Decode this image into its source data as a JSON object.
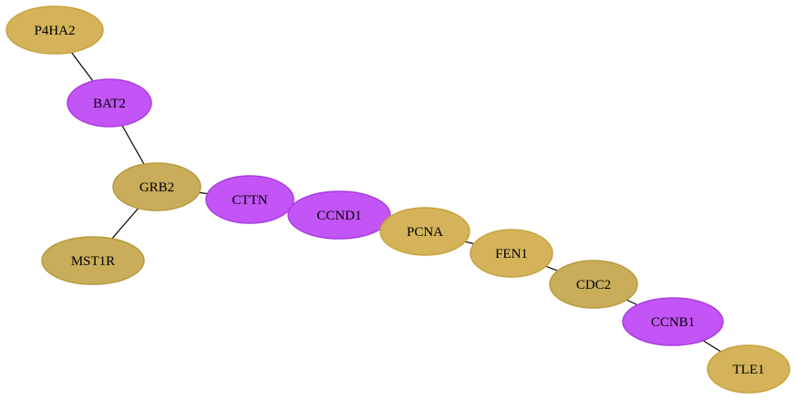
{
  "colors": {
    "gold_fill": "#D4B35A",
    "gold_stroke": "#C8A23E",
    "tan_fill": "#C9AD5A",
    "tan_stroke": "#B89A3E",
    "purple_fill": "#C354F5",
    "purple_stroke": "#A93EE0"
  },
  "nodes": [
    {
      "id": "P4HA2",
      "label": "P4HA2",
      "color": "gold"
    },
    {
      "id": "BAT2",
      "label": "BAT2",
      "color": "purple"
    },
    {
      "id": "GRB2",
      "label": "GRB2",
      "color": "tan"
    },
    {
      "id": "MST1R",
      "label": "MST1R",
      "color": "tan"
    },
    {
      "id": "CTTN",
      "label": "CTTN",
      "color": "purple"
    },
    {
      "id": "CCND1",
      "label": "CCND1",
      "color": "purple"
    },
    {
      "id": "PCNA",
      "label": "PCNA",
      "color": "gold"
    },
    {
      "id": "FEN1",
      "label": "FEN1",
      "color": "gold"
    },
    {
      "id": "CDC2",
      "label": "CDC2",
      "color": "tan"
    },
    {
      "id": "CCNB1",
      "label": "CCNB1",
      "color": "purple"
    },
    {
      "id": "TLE1",
      "label": "TLE1",
      "color": "gold"
    }
  ],
  "edges": [
    {
      "source": "P4HA2",
      "target": "BAT2"
    },
    {
      "source": "BAT2",
      "target": "GRB2"
    },
    {
      "source": "GRB2",
      "target": "MST1R"
    },
    {
      "source": "GRB2",
      "target": "CTTN"
    },
    {
      "source": "CCND1",
      "target": "PCNA"
    },
    {
      "source": "PCNA",
      "target": "FEN1"
    },
    {
      "source": "FEN1",
      "target": "CDC2"
    },
    {
      "source": "CDC2",
      "target": "CCNB1"
    },
    {
      "source": "CCNB1",
      "target": "TLE1"
    }
  ]
}
